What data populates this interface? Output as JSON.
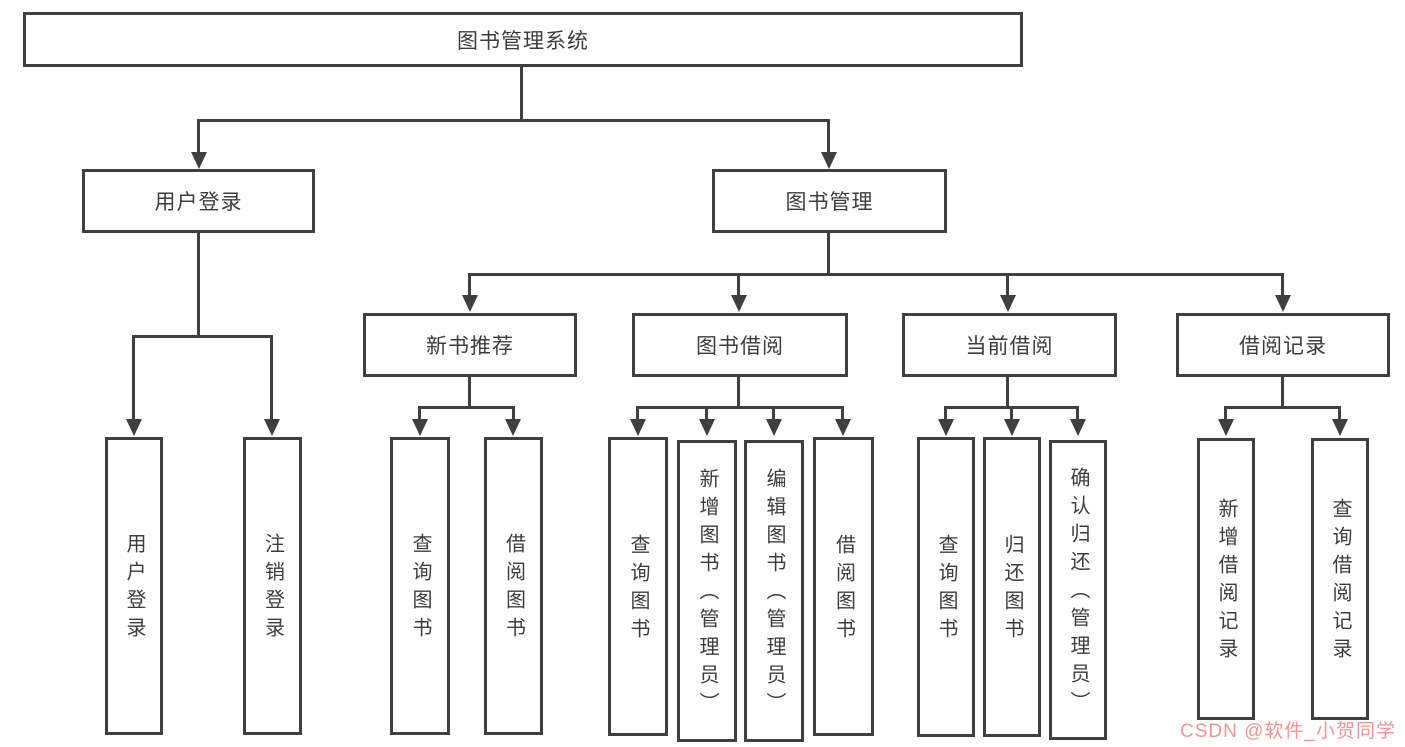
{
  "tree": {
    "root": {
      "label": "图书管理系统",
      "children": [
        {
          "label": "用户登录",
          "children": [
            {
              "label": "用户登录"
            },
            {
              "label": "注销登录"
            }
          ]
        },
        {
          "label": "图书管理",
          "children": [
            {
              "label": "新书推荐",
              "children": [
                {
                  "label": "查询图书"
                },
                {
                  "label": "借阅图书"
                }
              ]
            },
            {
              "label": "图书借阅",
              "children": [
                {
                  "label": "查询图书"
                },
                {
                  "label": "新增图书（管理员）"
                },
                {
                  "label": "编辑图书（管理员）"
                },
                {
                  "label": "借阅图书"
                }
              ]
            },
            {
              "label": "当前借阅",
              "children": [
                {
                  "label": "查询图书"
                },
                {
                  "label": "归还图书"
                },
                {
                  "label": "确认归还（管理员）"
                }
              ]
            },
            {
              "label": "借阅记录",
              "children": [
                {
                  "label": "新增借阅记录"
                },
                {
                  "label": "查询借阅记录"
                }
              ]
            }
          ]
        }
      ]
    }
  },
  "watermark": {
    "text": "CSDN @软件_小贺同学"
  },
  "colors": {
    "line": "#3f3f3f",
    "watermark": "#f08c8c",
    "background": "#ffffff"
  }
}
